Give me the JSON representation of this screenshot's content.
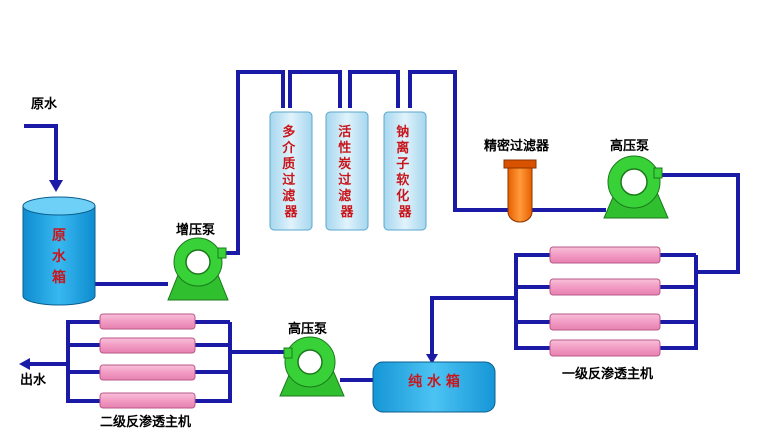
{
  "labels": {
    "raw_water_in": "原水",
    "raw_tank": [
      "原",
      "水",
      "箱"
    ],
    "booster_pump": "增压泵",
    "multimedia_filter": [
      "多",
      "介",
      "质",
      "过",
      "滤",
      "器"
    ],
    "carbon_filter": [
      "活",
      "性",
      "炭",
      "过",
      "滤",
      "器"
    ],
    "softener": [
      "钠",
      "离",
      "子",
      "软",
      "化",
      "器"
    ],
    "precision_filter": "精密过滤器",
    "hp_pump_1": "高压泵",
    "ro_stage1": "一级反渗透主机",
    "pure_tank": "纯 水 箱",
    "hp_pump_2": "高压泵",
    "ro_stage2": "二级反渗透主机",
    "water_out": "出水"
  },
  "colors": {
    "pipe": "#1a1aa6",
    "pump": "#33cc33",
    "tank": "#1fa7e6",
    "filter_vessel": "#bfe3f5",
    "membrane": "#f5a3c7",
    "precision_filter": "#ff7a1a",
    "vertical_text": "#c8161d"
  }
}
